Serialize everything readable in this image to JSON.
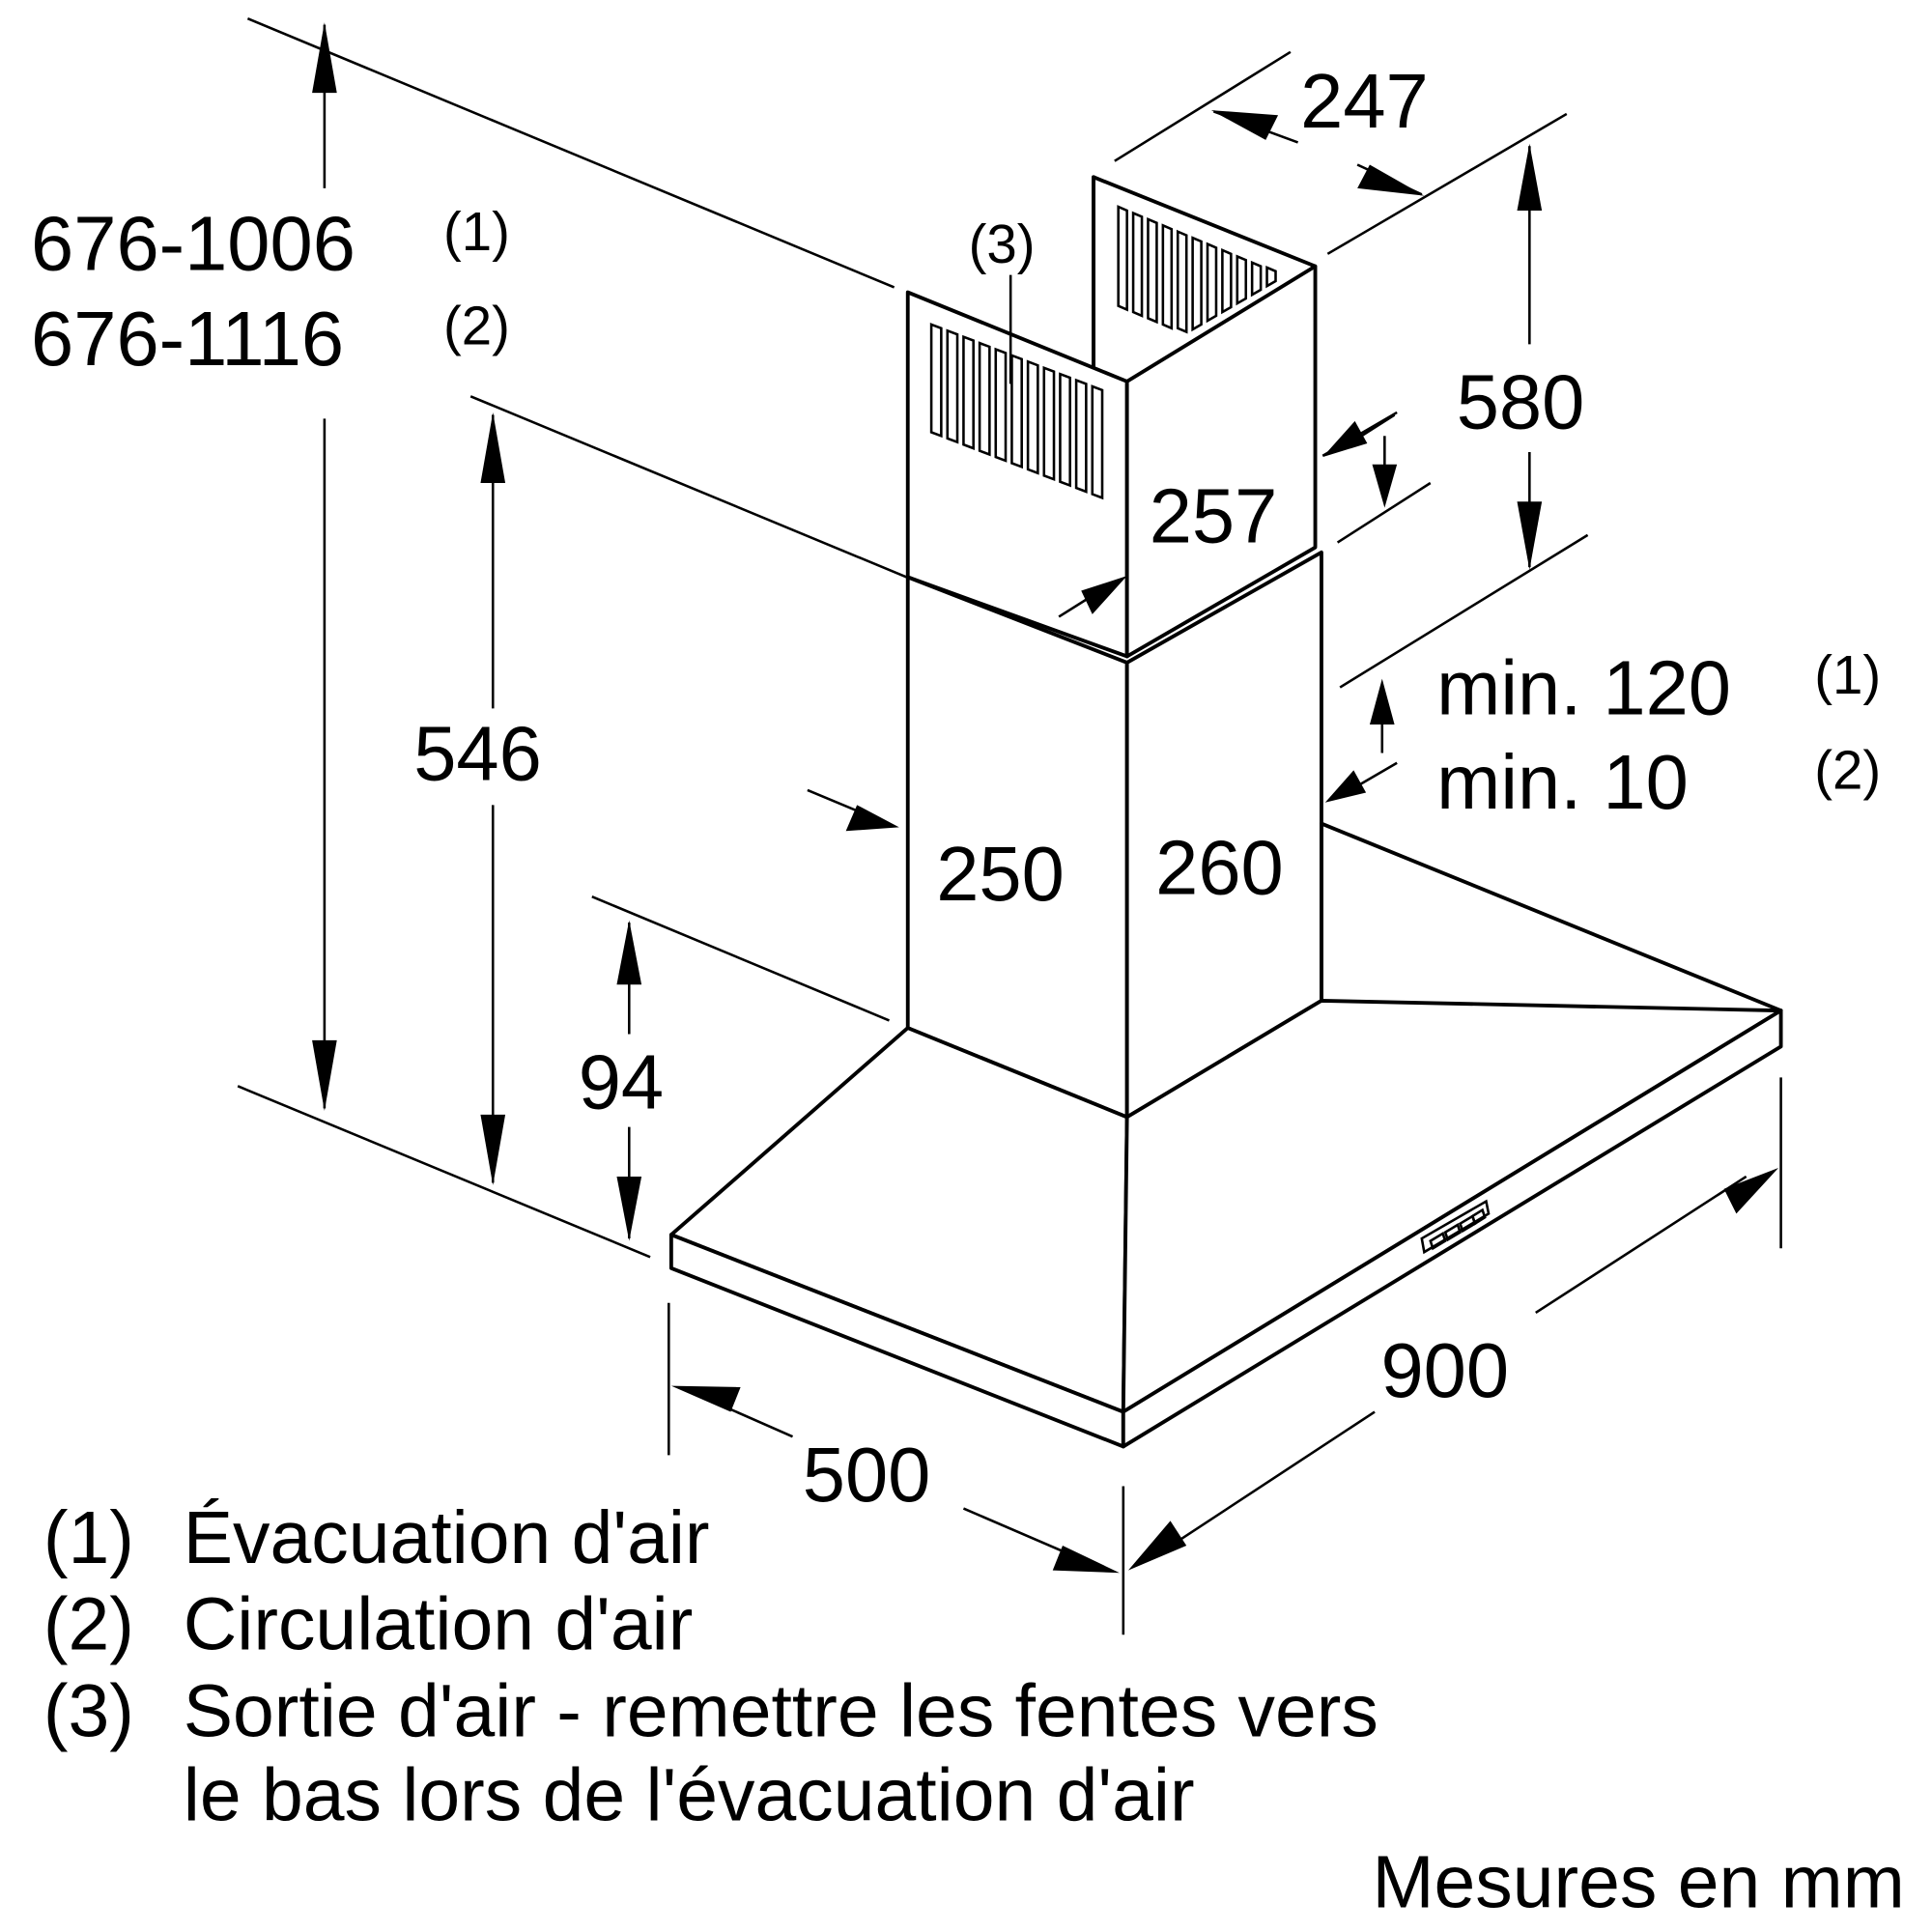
{
  "diagram": {
    "title": "Wall-mounted chimney range hood dimension drawing",
    "unit_note": "Mesures en mm",
    "dimensions": {
      "total_height_1": "676-1006",
      "total_height_1_ref": "(1)",
      "total_height_2": "676-1116",
      "total_height_2_ref": "(2)",
      "chimney_lower_height": "546",
      "canopy_height": "94",
      "chimney_upper_depth": "247",
      "chimney_upper_height": "580",
      "chimney_upper_width": "257",
      "chimney_lower_depth": "250",
      "chimney_lower_width": "260",
      "gap_min_1": "min. 120",
      "gap_min_1_ref": "(1)",
      "gap_min_2": "min. 10",
      "gap_min_2_ref": "(2)",
      "canopy_depth": "500",
      "canopy_width": "900",
      "vent_callout": "(3)"
    },
    "legend": [
      {
        "ref": "(1)",
        "text": "Évacuation d'air"
      },
      {
        "ref": "(2)",
        "text": "Circulation d'air"
      },
      {
        "ref": "(3)",
        "text": "Sortie d'air - remettre les fentes vers"
      },
      {
        "ref": "",
        "text": "le bas lors de l'évacuation d'air"
      }
    ],
    "colors": {
      "line": "#000000",
      "background": "#ffffff"
    }
  }
}
